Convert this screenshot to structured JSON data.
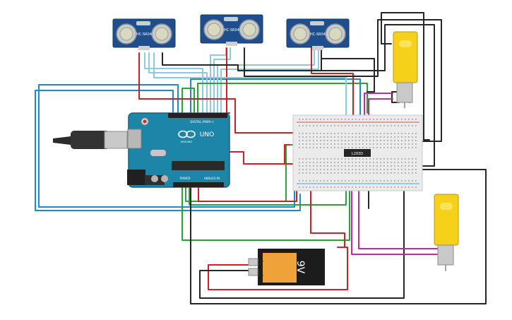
{
  "title": "",
  "components": {
    "sensor_left": {
      "label": "HC-SR04"
    },
    "sensor_middle": {
      "label": "HC-SR04"
    },
    "sensor_right": {
      "label": "HC-SR04"
    },
    "arduino": {
      "brand": "UNO",
      "digital_header": "DIGITAL (PWM~)",
      "power_header": "POWER",
      "analog_header": "ANALOG IN",
      "maker": "ARDUINO"
    },
    "driver_chip": {
      "label": "L293D"
    },
    "battery": {
      "label": "9V"
    }
  },
  "wire_colors": {
    "red": "#d11f26",
    "black": "#262626",
    "green": "#27a33a",
    "blue": "#1f8ac9",
    "light_blue": "#8fc9dc",
    "magenta": "#bd2d9c"
  },
  "icons": [
    "infinity-logo-icon",
    "motor-icon",
    "battery-icon",
    "ultrasonic-sensor-icon"
  ]
}
